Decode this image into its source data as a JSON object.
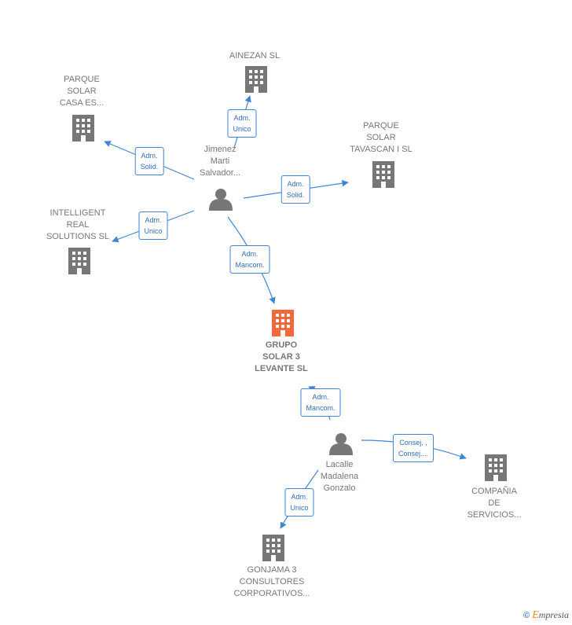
{
  "colors": {
    "company": "#777777",
    "main_company": "#f26a3b",
    "person": "#777777",
    "edge": "#3d86d6"
  },
  "nodes": {
    "ainezan": {
      "lines": [
        "AINEZAN  SL"
      ]
    },
    "parque_casa": {
      "lines": [
        "PARQUE",
        "SOLAR",
        "CASA ES..."
      ]
    },
    "parque_tavascan": {
      "lines": [
        "PARQUE",
        "SOLAR",
        "TAVASCAN I  SL"
      ]
    },
    "intelligent": {
      "lines": [
        "INTELLIGENT",
        "REAL",
        "SOLUTIONS  SL"
      ]
    },
    "jimenez": {
      "lines": [
        "Jimenez",
        "Marti",
        "Salvador..."
      ]
    },
    "grupo": {
      "lines": [
        "GRUPO",
        "SOLAR 3",
        "LEVANTE  SL"
      ]
    },
    "lacalle": {
      "lines": [
        "Lacalle",
        "Madalena",
        "Gonzalo"
      ]
    },
    "compania": {
      "lines": [
        "COMPAÑIA",
        "DE",
        "SERVICIOS..."
      ]
    },
    "gonjama": {
      "lines": [
        "GONJAMA 3",
        "CONSULTORES",
        "CORPORATIVOS..."
      ]
    }
  },
  "edges": {
    "jimenez_ainezan": [
      "Adm.",
      "Unico"
    ],
    "jimenez_parque_casa": [
      "Adm.",
      "Solid."
    ],
    "jimenez_tavascan": [
      "Adm.",
      "Solid."
    ],
    "jimenez_intelligent": [
      "Adm.",
      "Unico"
    ],
    "jimenez_grupo": [
      "Adm.",
      "Mancom."
    ],
    "lacalle_grupo": [
      "Adm.",
      "Mancom."
    ],
    "lacalle_compania": [
      "Consej. ,",
      "Consej...."
    ],
    "lacalle_gonjama": [
      "Adm.",
      "Unico"
    ]
  },
  "footer": {
    "copyright": "©",
    "brand_first": "E",
    "brand_rest": "mpresia"
  }
}
